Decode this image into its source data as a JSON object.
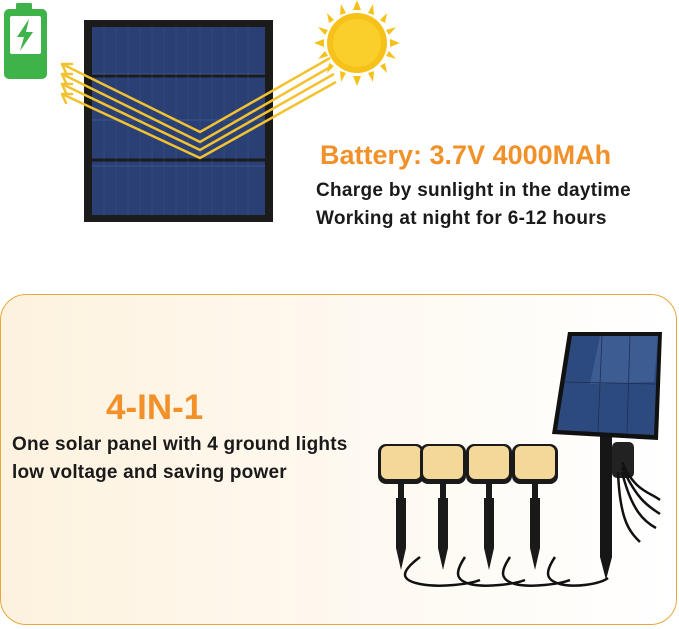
{
  "top": {
    "battery_title": "Battery: 3.7V 4000MAh",
    "lines": [
      "Charge by sunlight in the daytime",
      "Working at night for 6-12 hours"
    ]
  },
  "bottom": {
    "headline": "4-IN-1",
    "lines": [
      "One solar panel with 4 ground lights",
      "low voltage and saving power"
    ]
  },
  "colors": {
    "accent": "#f2912a",
    "battery_green": "#3db34a",
    "sun": "#f6c21a",
    "panel": "#2a3f73",
    "card_border": "#e6a93e"
  },
  "icons": [
    "battery-charging-icon",
    "sun-icon",
    "solar-panel",
    "ground-light"
  ]
}
